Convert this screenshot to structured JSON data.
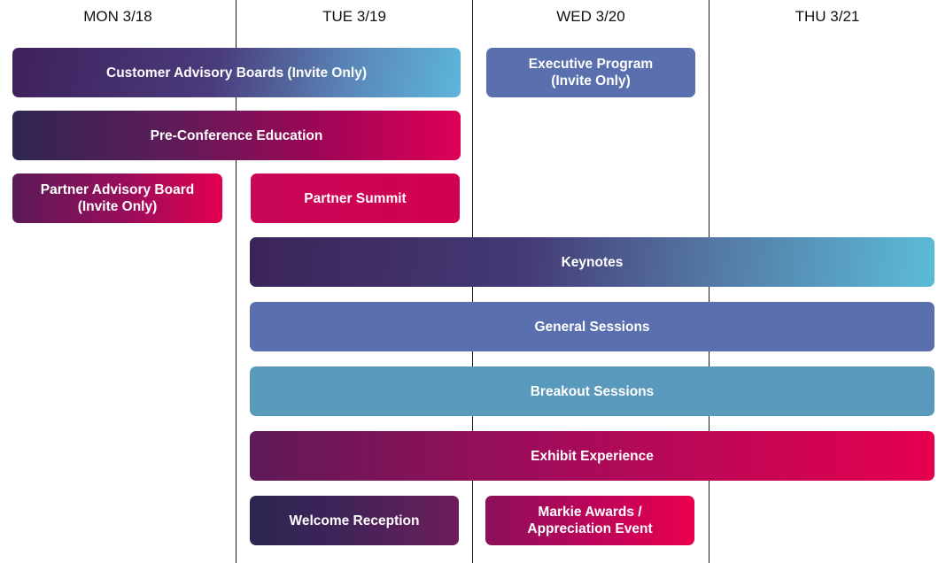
{
  "days": [
    {
      "label": "MON 3/18"
    },
    {
      "label": "TUE 3/19"
    },
    {
      "label": "WED 3/20"
    },
    {
      "label": "THU 3/21"
    }
  ],
  "events": [
    {
      "name": "Customer Advisory Boards (Invite Only)",
      "start_day": "MON 3/18",
      "end_day": "TUE 3/19",
      "style": "purple-to-cyan gradient"
    },
    {
      "name": "Executive Program\n(Invite Only)",
      "start_day": "WED 3/20",
      "end_day": "WED 3/20",
      "color": "#5a6fae"
    },
    {
      "name": "Pre-Conference Education",
      "start_day": "MON 3/18",
      "end_day": "TUE 3/19",
      "style": "navy-to-red gradient"
    },
    {
      "name": "Partner Advisory Board\n(Invite Only)",
      "start_day": "MON 3/18",
      "end_day": "MON 3/18",
      "style": "plum-to-red gradient"
    },
    {
      "name": "Partner Summit",
      "start_day": "TUE 3/19",
      "end_day": "TUE 3/19",
      "color": "#cc0557"
    },
    {
      "name": "Keynotes",
      "start_day": "TUE 3/19",
      "end_day": "THU 3/21",
      "style": "purple-to-cyan gradient"
    },
    {
      "name": "General Sessions",
      "start_day": "TUE 3/19",
      "end_day": "THU 3/21",
      "color": "#5a6fae"
    },
    {
      "name": "Breakout Sessions",
      "start_day": "TUE 3/19",
      "end_day": "THU 3/21",
      "color": "#5999bc"
    },
    {
      "name": "Exhibit Experience",
      "start_day": "TUE 3/19",
      "end_day": "THU 3/21",
      "style": "plum-to-red gradient"
    },
    {
      "name": "Welcome Reception",
      "start_day": "TUE 3/19",
      "end_day": "TUE 3/19",
      "style": "navy-to-plum gradient"
    },
    {
      "name": "Markie Awards /\nAppreciation Event",
      "start_day": "WED 3/20",
      "end_day": "WED 3/20",
      "style": "plum-to-red gradient"
    }
  ]
}
